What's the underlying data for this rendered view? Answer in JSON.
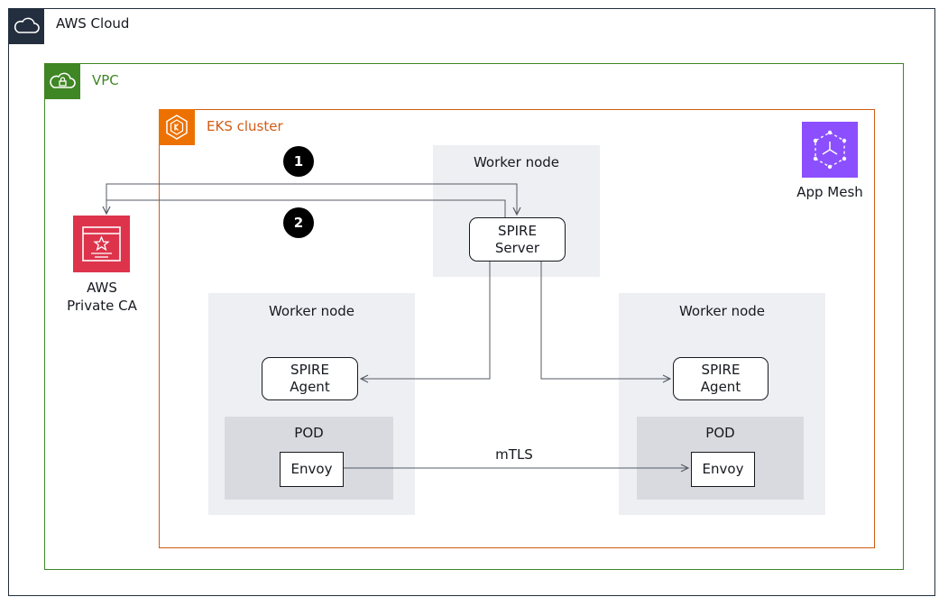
{
  "aws_cloud": {
    "label": "AWS Cloud"
  },
  "vpc": {
    "label": "VPC"
  },
  "eks": {
    "label": "EKS cluster"
  },
  "top_node": {
    "label": "Worker node",
    "spire_server": [
      "SPIRE",
      "Server"
    ]
  },
  "left_node": {
    "label": "Worker node",
    "spire_agent": [
      "SPIRE",
      "Agent"
    ],
    "pod": {
      "label": "POD",
      "envoy": "Envoy"
    }
  },
  "right_node": {
    "label": "Worker node",
    "spire_agent": [
      "SPIRE",
      "Agent"
    ],
    "pod": {
      "label": "POD",
      "envoy": "Envoy"
    }
  },
  "private_ca": {
    "label": [
      "AWS",
      "Private CA"
    ]
  },
  "app_mesh": {
    "label": "App Mesh"
  },
  "steps": [
    "1",
    "2"
  ],
  "edges": {
    "mtls": "mTLS"
  },
  "icons": {
    "aws_cloud": "cloud-icon",
    "vpc": "cloud-lock-icon",
    "eks": "eks-icon",
    "private_ca": "certificate-icon",
    "app_mesh": "mesh-icon"
  },
  "colors": {
    "aws_cloud": "#232f3e",
    "vpc": "#3f8624",
    "eks": "#ed7100",
    "private_ca": "#dd344c",
    "app_mesh": "#8c4fff",
    "node_fill": "#eeeff3",
    "pod_fill": "#d9dadf",
    "connector": "#545b64"
  }
}
